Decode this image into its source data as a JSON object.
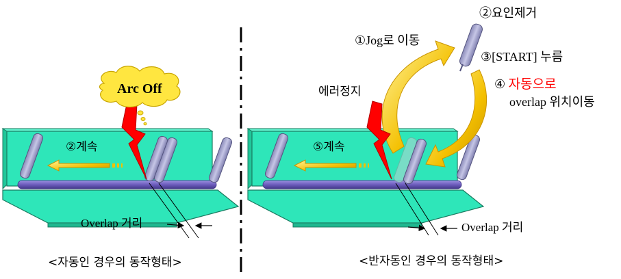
{
  "left": {
    "arc_off": "Arc Off",
    "continue": "②계속",
    "overlap": "Overlap 거리",
    "caption": "<자동인 경우의 동작형태>"
  },
  "right": {
    "error_stop": "에러정지",
    "step1": "①Jog로 이동",
    "step2": "②요인제거",
    "step3": "③[START] 누름",
    "step4_num": "④",
    "step4_red": "자동으로",
    "step4_rest": "overlap 위치이동",
    "continue": "⑤계속",
    "overlap": "Overlap 거리",
    "caption": "<반자동인 경우의 동작형태>"
  },
  "colors": {
    "wall": "#2ee6b9",
    "wall_edge": "#1b7a60",
    "bead": "#7a6bc7",
    "torch": "#a8a8d0",
    "arrow": "#f4c000",
    "bolt": "#ff0000",
    "cloud": "#ffe640"
  }
}
